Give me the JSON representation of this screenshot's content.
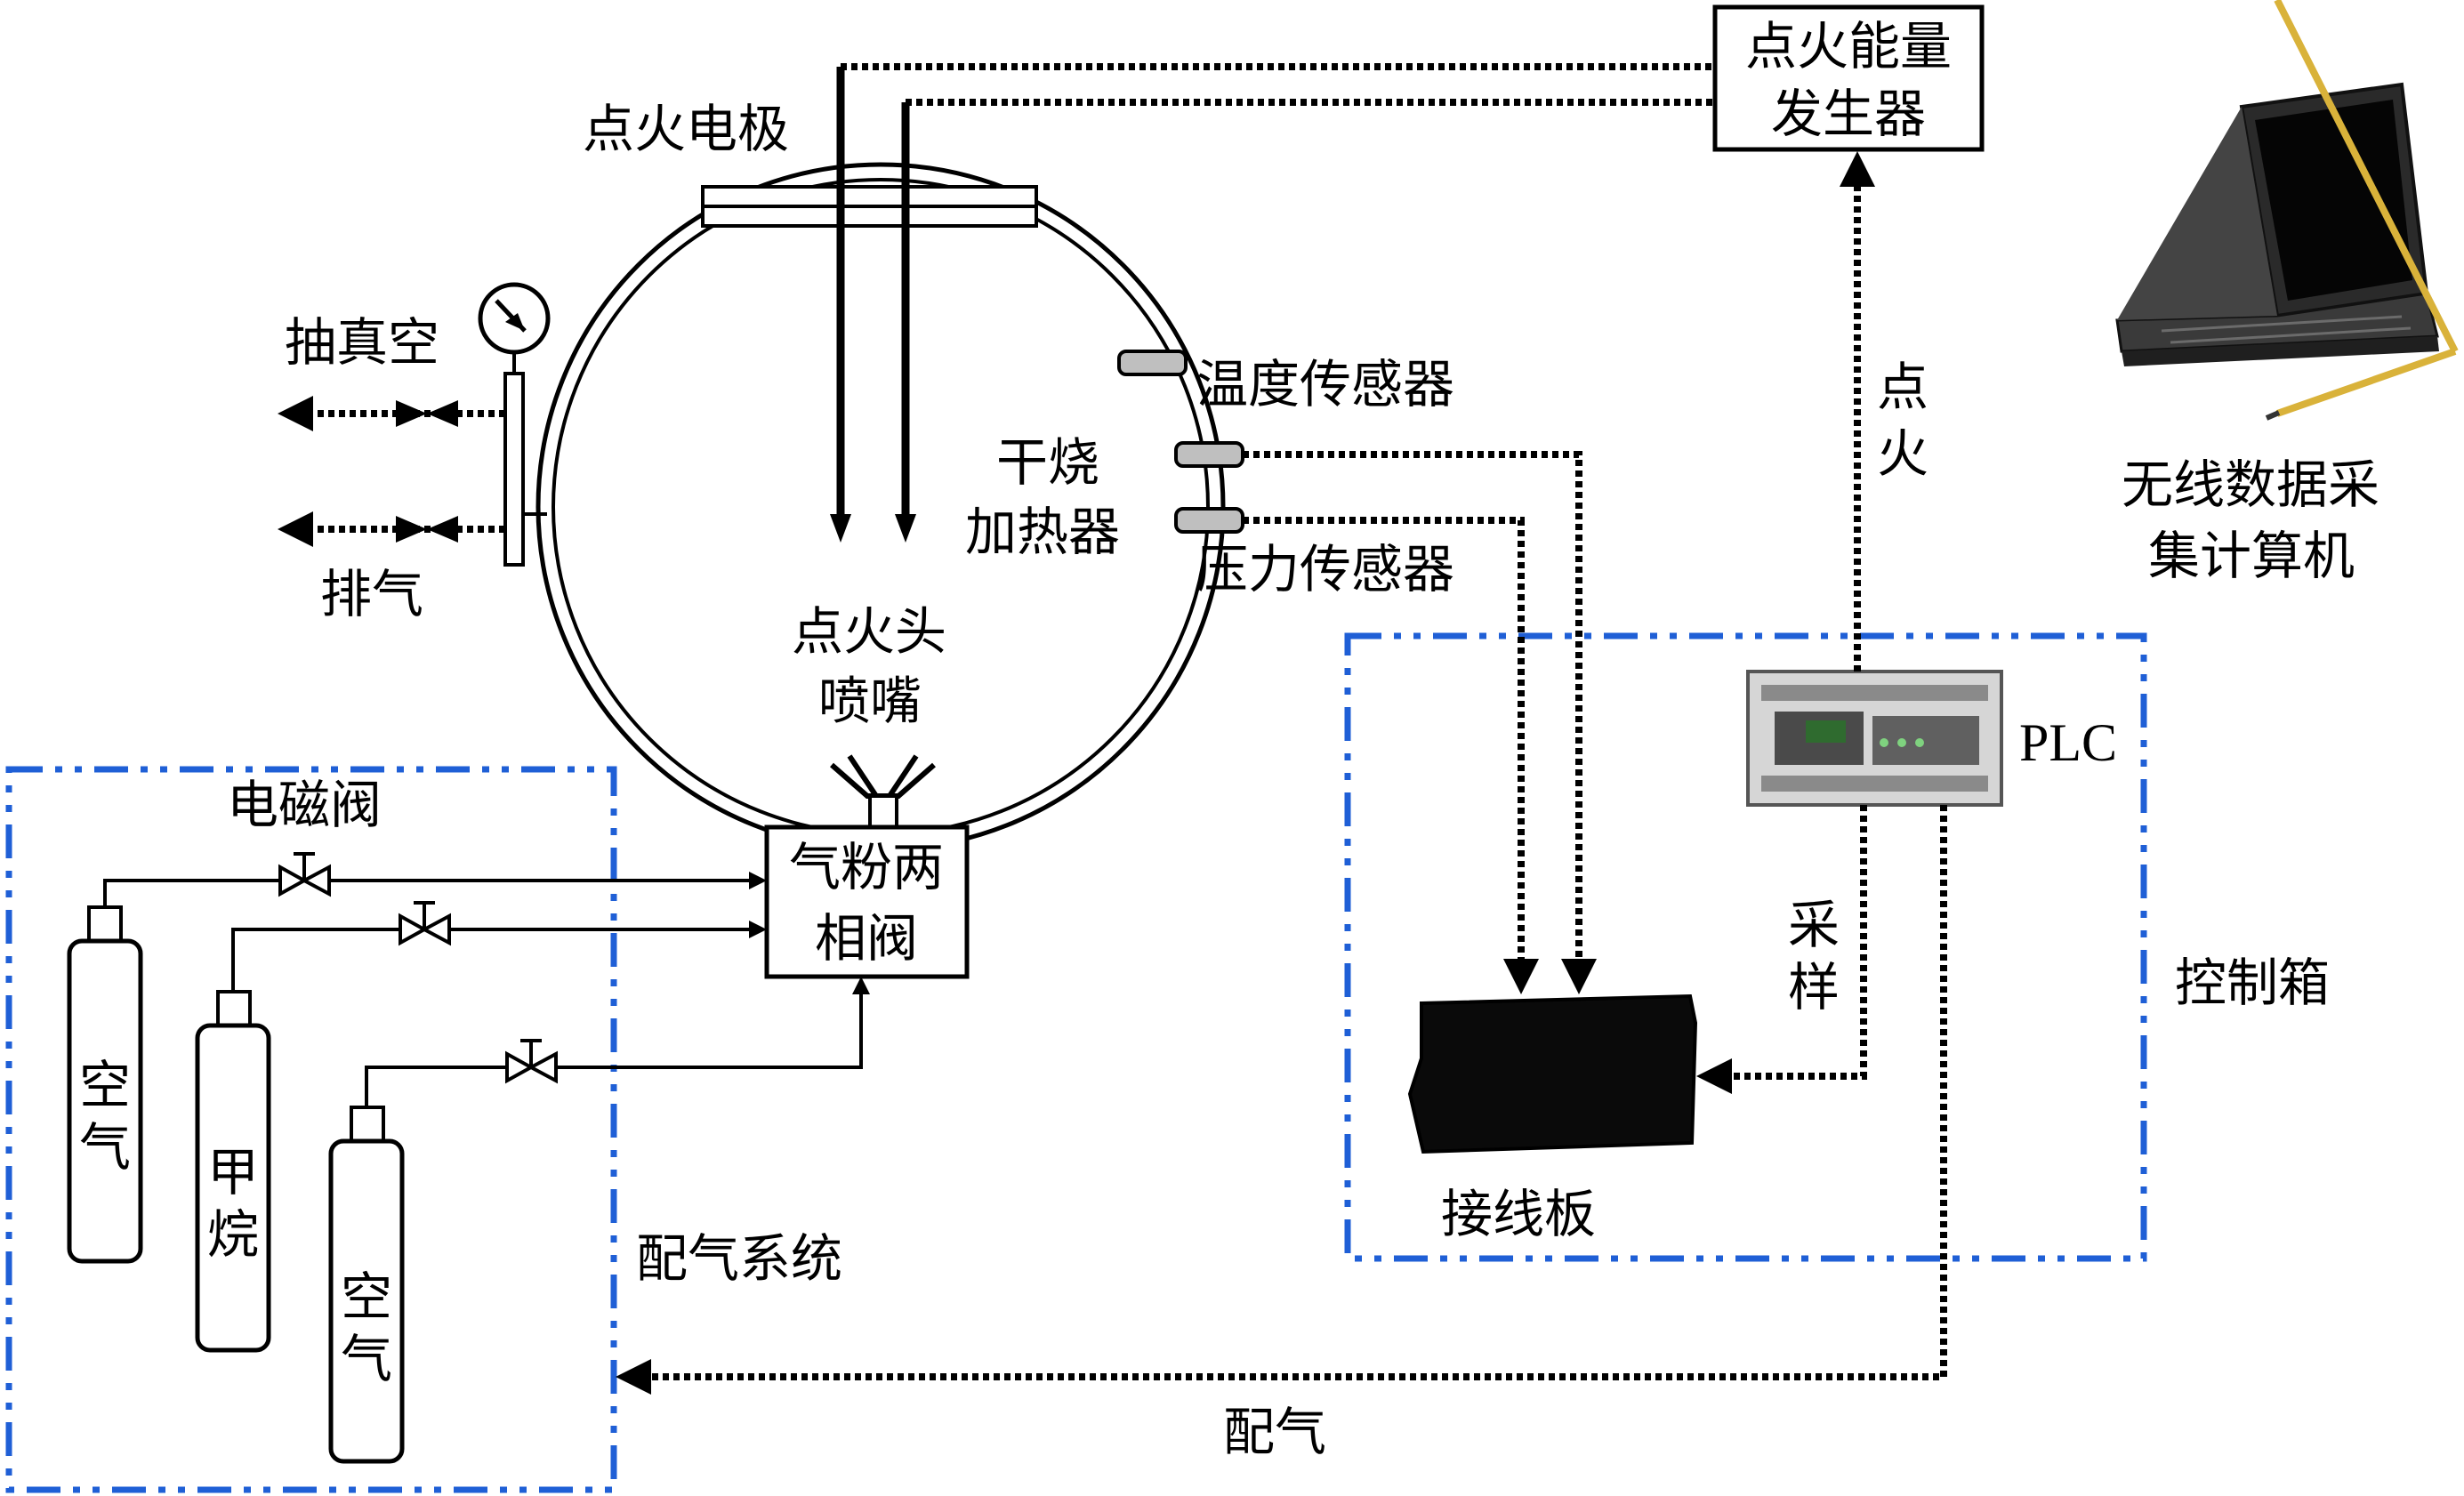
{
  "labels": {
    "ignition_electrode": "点火电极",
    "ignition_energy_generator_line1": "点火能量",
    "ignition_energy_generator_line2": "发生器",
    "vacuum": "抽真空",
    "exhaust": "排气",
    "temperature_sensor": "温度传感器",
    "dry_heater_line1": "干烧",
    "dry_heater_line2": "加热器",
    "pressure_sensor": "压力传感器",
    "ignition_head_line1": "点火头",
    "ignition_head_line2": "喷嘴",
    "ignite_line1": "点",
    "ignite_line2": "火",
    "wireless_pc_line1": "无线数据采",
    "wireless_pc_line2": "集计算机",
    "solenoid_valve": "电磁阀",
    "two_phase_valve_line1": "气粉两",
    "two_phase_valve_line2": "相阀",
    "plc": "PLC",
    "sampling_line1": "采",
    "sampling_line2": "样",
    "control_box": "控制箱",
    "terminal_board": "接线板",
    "gas_distribution_system": "配气系统",
    "gas_distribution": "配气",
    "cylinder_air_1_line1": "空",
    "cylinder_air_1_line2": "气",
    "cylinder_methane_line1": "甲",
    "cylinder_methane_line2": "烷",
    "cylinder_air_2_line1": "空",
    "cylinder_air_2_line2": "气"
  },
  "colors": {
    "dash_box": "#1f5fd6",
    "line": "#000000"
  }
}
